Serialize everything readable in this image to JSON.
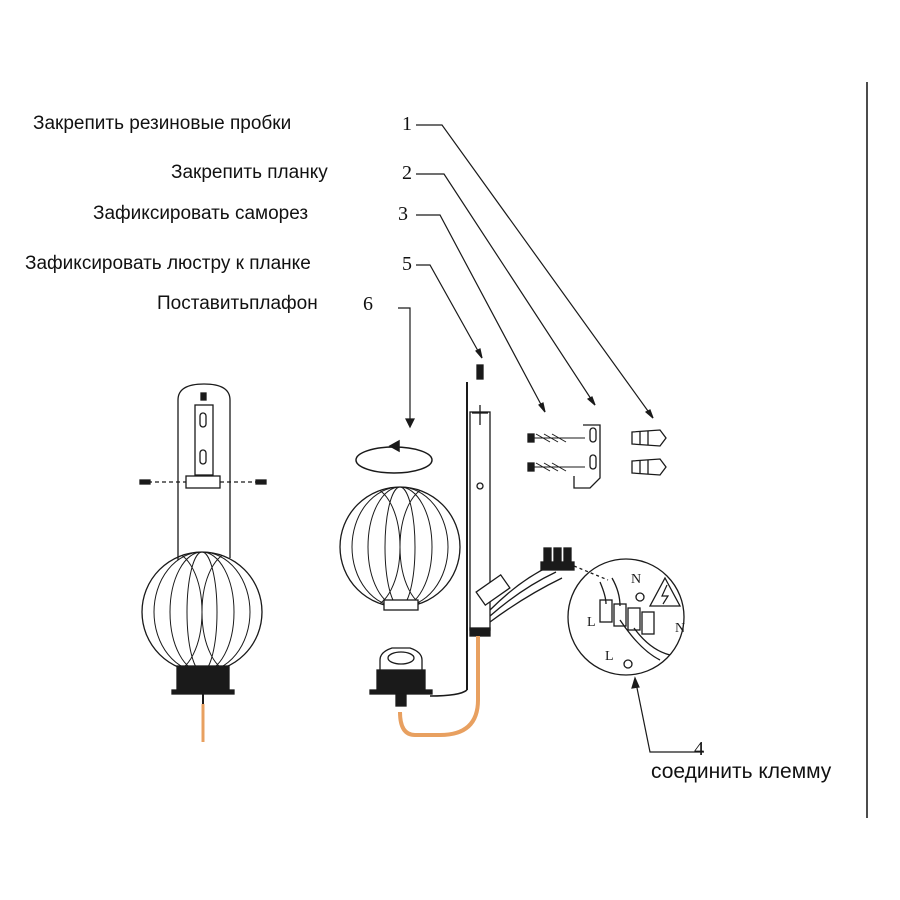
{
  "steps": {
    "s1": {
      "label": "Закрепить резиновые пробки",
      "num": "1"
    },
    "s2": {
      "label": "Закрепить планку",
      "num": "2"
    },
    "s3": {
      "label": "Зафиксировать саморез",
      "num": "3"
    },
    "s5": {
      "label": "Зафиксировать люстру к планке",
      "num": "5"
    },
    "s6": {
      "label": "Поставитьплафон",
      "num": "6"
    },
    "s4": {
      "label": "соединить клемму",
      "num": "4"
    }
  },
  "terminal": {
    "n_top": "N",
    "n_right": "N",
    "l_left": "L",
    "l_bottom": "L"
  },
  "colors": {
    "line": "#1a1a1a",
    "wire": "#e8a060"
  }
}
